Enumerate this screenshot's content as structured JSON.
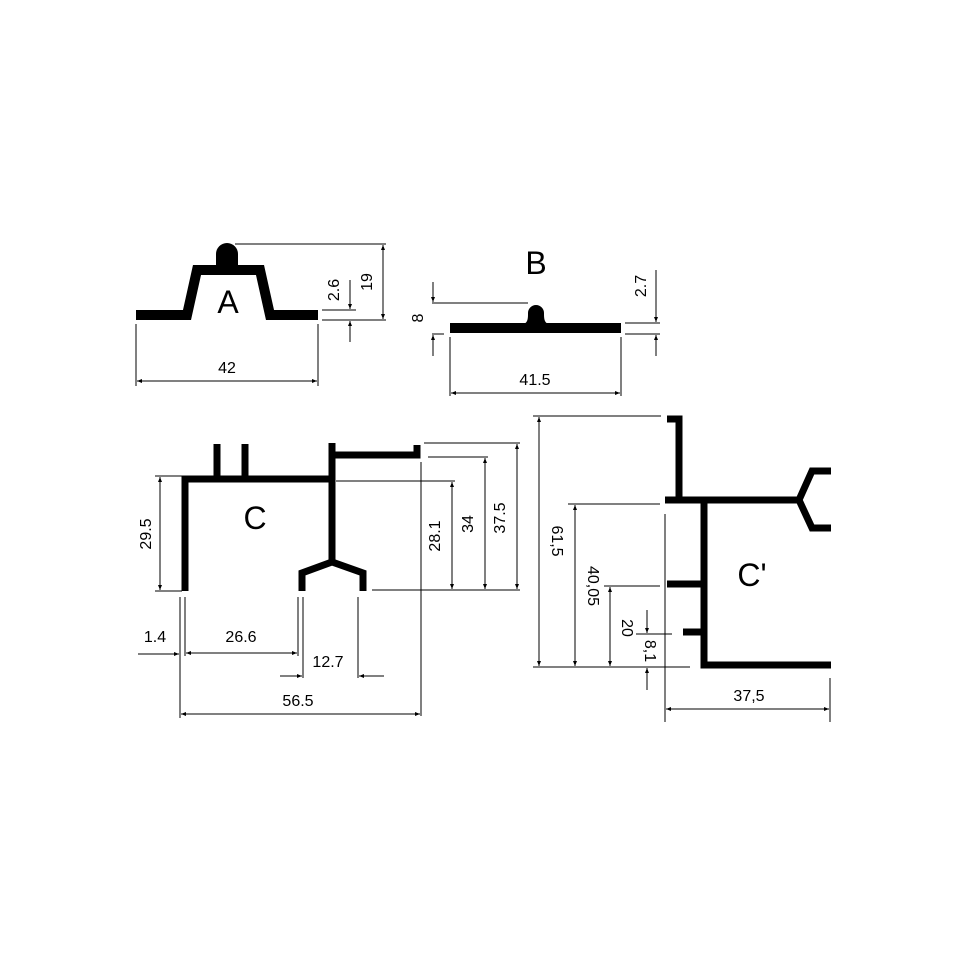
{
  "drawing": {
    "title": "Aluminium profile cross-sections with dimensions",
    "background": "#ffffff",
    "line_color": "#000000"
  },
  "profiles": {
    "A": {
      "label": "A",
      "dimensions": {
        "width": "42",
        "height": "19",
        "thickness": "2.6"
      }
    },
    "B": {
      "label": "B",
      "dimensions": {
        "width": "41.5",
        "height": "8",
        "thickness": "2.7"
      }
    },
    "C": {
      "label": "C",
      "dimensions": {
        "height_left": "29.5",
        "height_28_1": "28.1",
        "height_34": "34",
        "height_37_5": "37.5",
        "offset_1_4": "1.4",
        "span_26_6": "26.6",
        "gap_12_7": "12.7",
        "width_56_5": "56.5"
      }
    },
    "C_prime": {
      "label": "C'",
      "dimensions": {
        "height_61_5": "61,5",
        "height_40_05": "40,05",
        "height_20": "20",
        "height_8_1": "8,1",
        "width_37_5": "37,5"
      }
    }
  }
}
